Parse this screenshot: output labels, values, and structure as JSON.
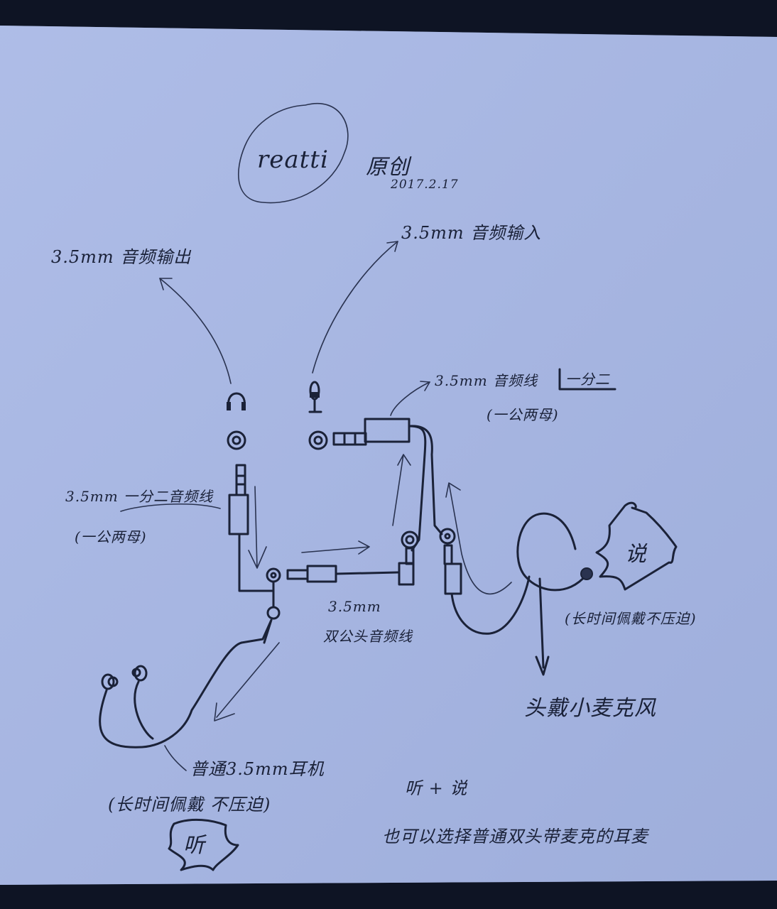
{
  "colors": {
    "background": "#0e1424",
    "paper": "#a9b8e3",
    "ink": "#1b2238"
  },
  "signature": {
    "brand": "reatti",
    "label": "原创",
    "date": "2017.2.17"
  },
  "labels": {
    "audio_output": "3.5mm 音频输出",
    "audio_input": "3.5mm 音频输入",
    "splitter_right_title": "3.5mm 音频线",
    "splitter_right_type": "一分二",
    "splitter_right_sub": "(一公两母)",
    "splitter_left_title": "3.5mm 一分二音频线",
    "splitter_left_sub": "(一公两母)",
    "dual_male_size": "3.5mm",
    "dual_male_name": "双公头音频线",
    "speak_bubble": "说",
    "mic_comfort": "(长时间佩戴不压迫)",
    "headset_mic": "头戴小麦克风",
    "earphones": "普通3.5mm耳机",
    "earphones_comfort": "(长时间佩戴 不压迫)",
    "listen_bubble": "听",
    "listen_speak": "听 + 说",
    "alternative": "也可以选择普通双头带麦克的耳麦"
  },
  "icons": {
    "headphone_port": "headphones-icon",
    "mic_port": "microphone-icon"
  }
}
